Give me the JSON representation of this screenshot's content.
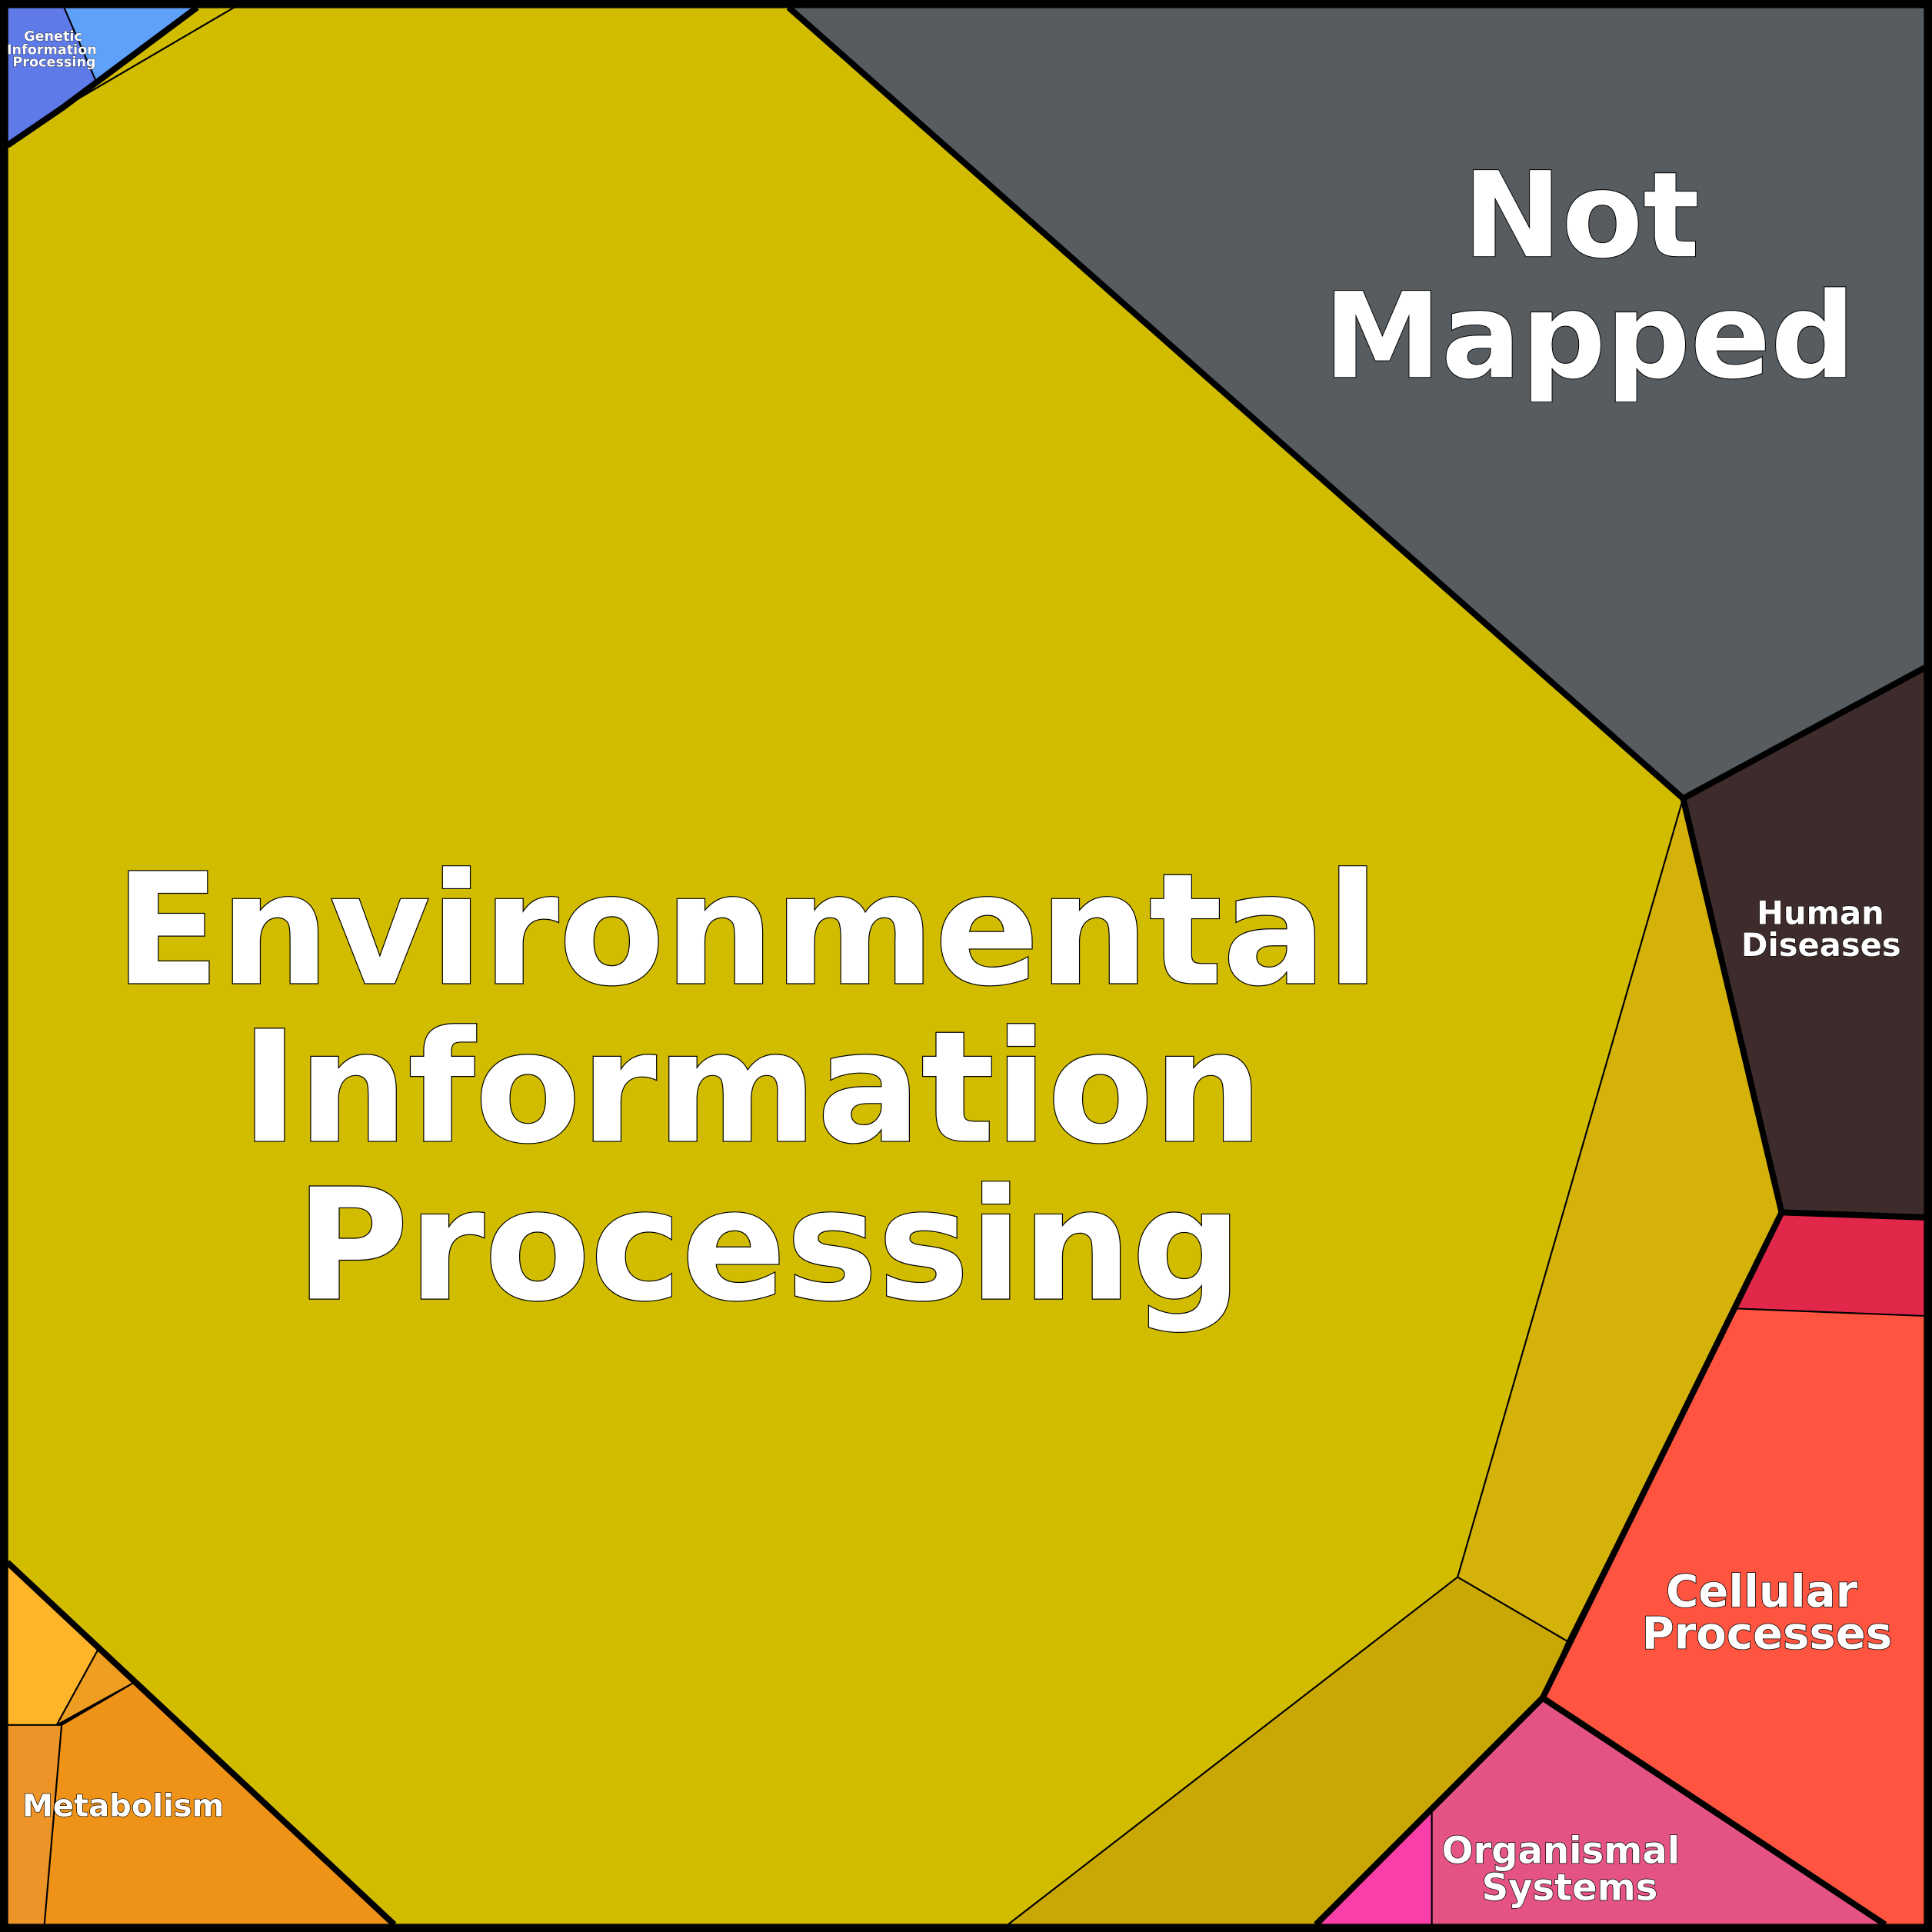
{
  "diagram": {
    "type": "voronoi-treemap",
    "categories": [
      {
        "name": "Environmental Information Processing",
        "lines": [
          "Environmental",
          "Information",
          "Processing"
        ],
        "color": "#D2BC00"
      },
      {
        "name": "Not Mapped",
        "lines": [
          "Not",
          "Mapped"
        ],
        "color": "#575C61"
      },
      {
        "name": "Human Diseases",
        "lines": [
          "Human",
          "Diseases"
        ],
        "color": "#3E2B2B"
      },
      {
        "name": "Cellular Processes",
        "lines": [
          "Cellular",
          "Processes"
        ],
        "color": "#FF5540"
      },
      {
        "name": "Organismal Systems",
        "lines": [
          "Organismal",
          "Systems"
        ],
        "color": "#E55384"
      },
      {
        "name": "Metabolism",
        "lines": [
          "Metabolism"
        ],
        "color": "#EF9318"
      },
      {
        "name": "Genetic Information Processing",
        "lines": [
          "Genetic",
          "Information",
          "Processing"
        ],
        "color": "#5FA0FA"
      }
    ]
  }
}
